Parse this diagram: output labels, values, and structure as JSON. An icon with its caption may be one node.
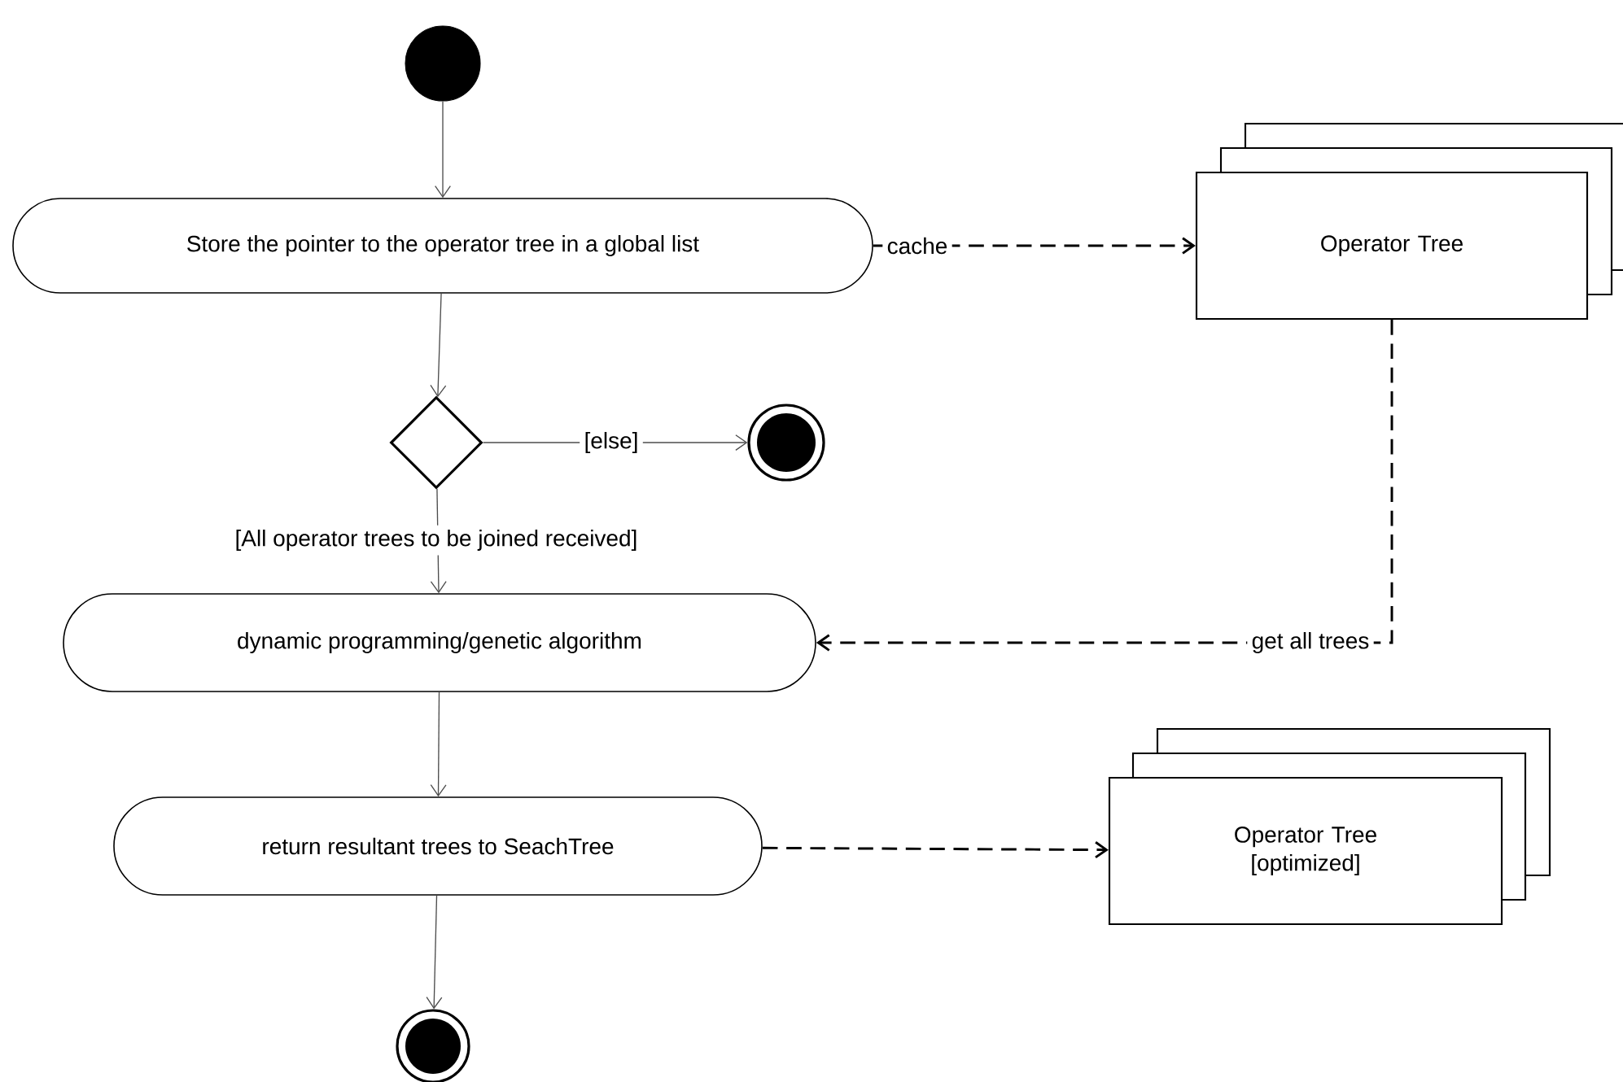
{
  "diagram": {
    "nodes": [
      {
        "text": [],
        "shape": "circle"
      },
      {
        "text": [
          "Store the pointer to the operator tree in a global list"
        ]
      },
      {
        "text": [],
        "shape": "diamond"
      },
      {
        "text": [],
        "shape": "circle"
      },
      {
        "text": [
          "dynamic programming/genetic algorithm"
        ]
      },
      {
        "text": [
          "return resultant trees to SeachTree"
        ]
      },
      {
        "text": [],
        "shape": "circle"
      },
      {
        "text": [
          "Operator Tree"
        ]
      },
      {
        "text": [
          "Operator Tree [optimized]"
        ]
      }
    ],
    "edges": [
      {
        "from": 0,
        "to": 1,
        "arrow": "to"
      },
      {
        "from": 1,
        "to": 2,
        "arrow": "to"
      },
      {
        "from": 2,
        "to": 3,
        "arrow": "to",
        "label": "[else]"
      },
      {
        "from": 2,
        "to": 4,
        "arrow": "to",
        "label": "[All operator trees to be joined received]"
      },
      {
        "from": 4,
        "to": 5,
        "arrow": "to"
      },
      {
        "from": 5,
        "to": 6,
        "arrow": "to"
      },
      {
        "from": 1,
        "to": 7,
        "arrow": "to",
        "label": "cache",
        "style": "dashed"
      },
      {
        "from": 7,
        "to": 4,
        "arrow": "to",
        "label": "get all trees",
        "style": "dashed"
      },
      {
        "from": 5,
        "to": 8,
        "arrow": "to",
        "style": "dashed"
      }
    ]
  }
}
